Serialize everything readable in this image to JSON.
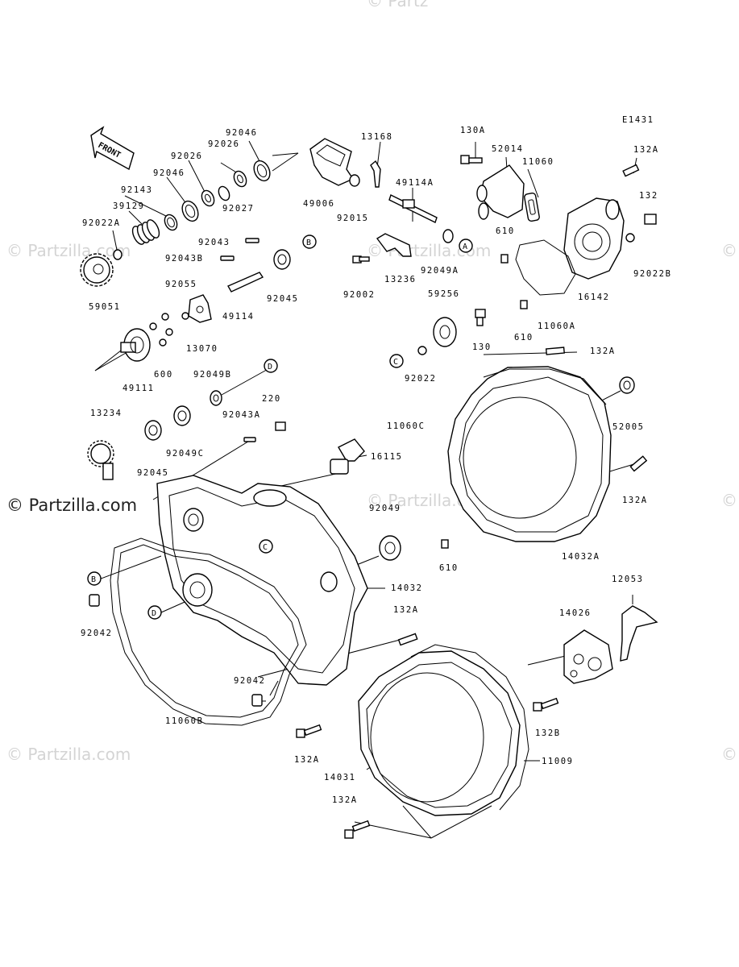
{
  "diagram_code": "E1431",
  "front_label": "FRONT",
  "watermark": "© Partzilla.com",
  "watermark_corner": "© Partz",
  "callouts": [
    "A",
    "B",
    "C",
    "D"
  ],
  "parts": {
    "p92046a": "92046",
    "p92026a": "92026",
    "p92026b": "92026",
    "p92046b": "92046",
    "p92143": "92143",
    "p92027": "92027",
    "p39129": "39129",
    "p92022a": "92022A",
    "p92043": "92043",
    "p92043b": "92043B",
    "p59051": "59051",
    "p92055": "92055",
    "p49114": "49114",
    "p92045a": "92045",
    "p13070": "13070",
    "p49111": "49111",
    "p600": "600",
    "p13168": "13168",
    "p49006": "49006",
    "p92015": "92015",
    "p49114a": "49114A",
    "p92049a": "92049A",
    "p13236": "13236",
    "p92002": "92002",
    "p130a": "130A",
    "p52014": "52014",
    "p11060": "11060",
    "p132a_1": "132A",
    "p132": "132",
    "p610_1": "610",
    "p92022b": "92022B",
    "p16142": "16142",
    "p610_2": "610",
    "p11060a": "11060A",
    "p59256": "59256",
    "p130": "130",
    "p92022": "92022",
    "p132a_2": "132A",
    "p92049b": "92049B",
    "p220": "220",
    "p92043a": "92043A",
    "p13234": "13234",
    "p92049c": "92049C",
    "p92045b": "92045",
    "p16115": "16115",
    "p11060c": "11060C",
    "p52005": "52005",
    "p132a_3": "132A",
    "p92049": "92049",
    "p610_3": "610",
    "p14032a": "14032A",
    "p14032": "14032",
    "p92042a": "92042",
    "p132a_4": "132A",
    "p12053": "12053",
    "p14026": "14026",
    "p92042b": "92042",
    "p11060b": "11060B",
    "p132b": "132B",
    "p132a_5": "132A",
    "p11009": "11009",
    "p14031": "14031",
    "p132a_6": "132A"
  }
}
